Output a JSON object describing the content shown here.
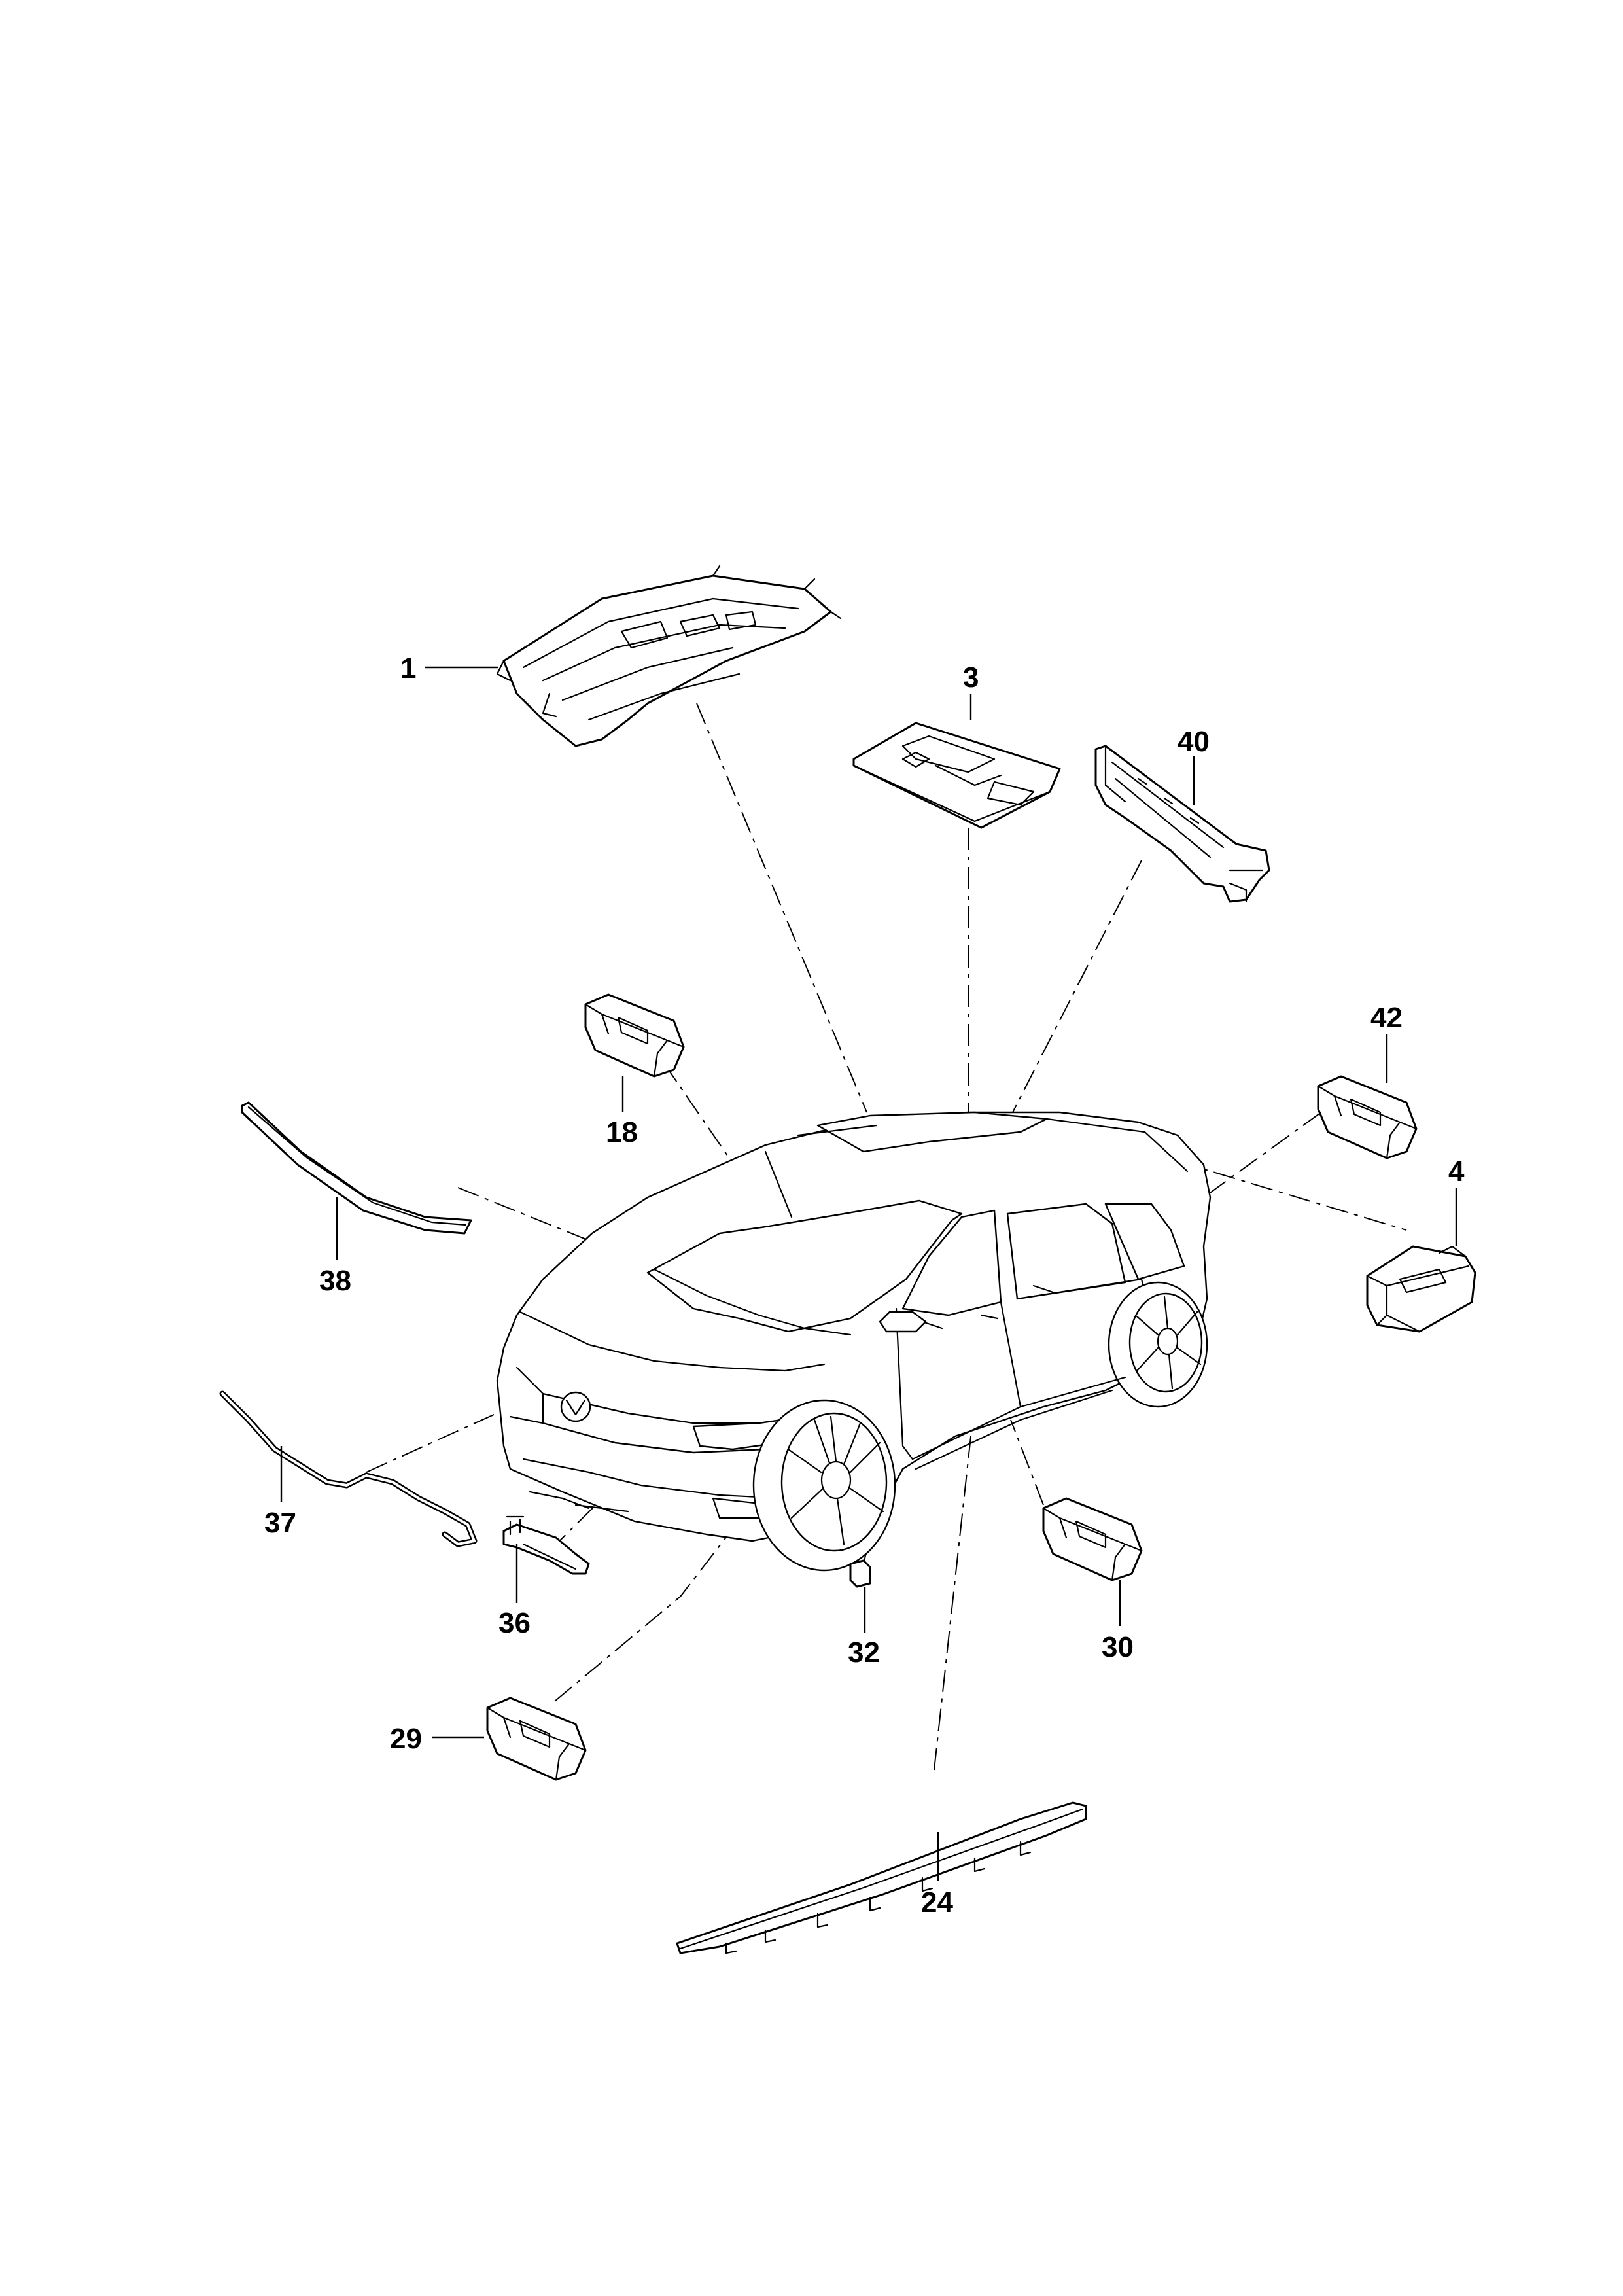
{
  "diagram": {
    "callouts": [
      {
        "id": "c1",
        "text": "1"
      },
      {
        "id": "c3",
        "text": "3"
      },
      {
        "id": "c40",
        "text": "40"
      },
      {
        "id": "c18",
        "text": "18"
      },
      {
        "id": "c42",
        "text": "42"
      },
      {
        "id": "c4",
        "text": "4"
      },
      {
        "id": "c38",
        "text": "38"
      },
      {
        "id": "c37",
        "text": "37"
      },
      {
        "id": "c36",
        "text": "36"
      },
      {
        "id": "c32",
        "text": "32"
      },
      {
        "id": "c30",
        "text": "30"
      },
      {
        "id": "c29",
        "text": "29"
      },
      {
        "id": "c24",
        "text": "24"
      }
    ]
  },
  "colors": {
    "line": "#000000",
    "background": "#ffffff"
  }
}
